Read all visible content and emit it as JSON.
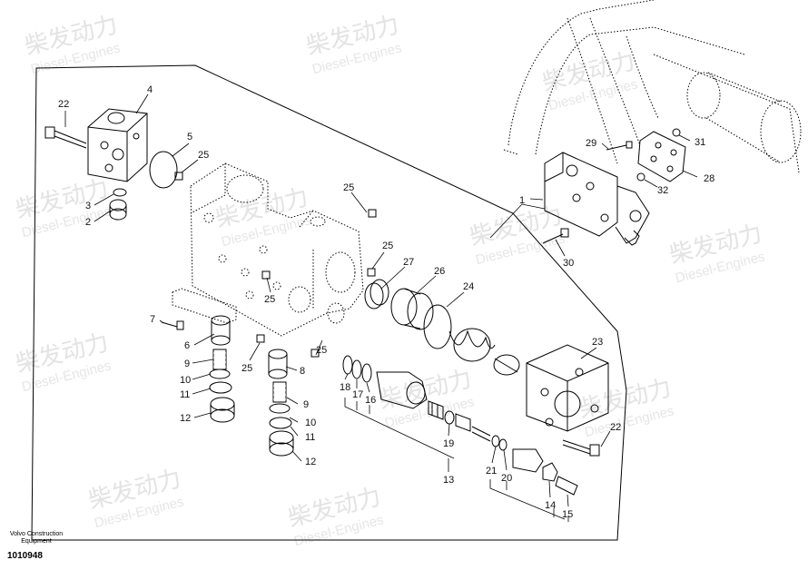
{
  "watermark": {
    "cn": "柴发动力",
    "en": "Diesel-Engines"
  },
  "caption": {
    "maker_line1": "Volvo Construction",
    "maker_line2": "Equipment",
    "drawing_no": "1010948"
  },
  "labels": [
    {
      "id": "l22a",
      "text": "22"
    },
    {
      "id": "l4",
      "text": "4"
    },
    {
      "id": "l5",
      "text": "5"
    },
    {
      "id": "l25a",
      "text": "25"
    },
    {
      "id": "l3",
      "text": "3"
    },
    {
      "id": "l2",
      "text": "2"
    },
    {
      "id": "l25b",
      "text": "25"
    },
    {
      "id": "l25c",
      "text": "25"
    },
    {
      "id": "l27",
      "text": "27"
    },
    {
      "id": "l26",
      "text": "26"
    },
    {
      "id": "l24",
      "text": "24"
    },
    {
      "id": "l25d",
      "text": "25"
    },
    {
      "id": "l7",
      "text": "7"
    },
    {
      "id": "l6",
      "text": "6"
    },
    {
      "id": "l9a",
      "text": "9"
    },
    {
      "id": "l10a",
      "text": "10"
    },
    {
      "id": "l11a",
      "text": "11"
    },
    {
      "id": "l12a",
      "text": "12"
    },
    {
      "id": "l25e",
      "text": "25"
    },
    {
      "id": "l25f",
      "text": "25"
    },
    {
      "id": "l8",
      "text": "8"
    },
    {
      "id": "l9b",
      "text": "9"
    },
    {
      "id": "l10b",
      "text": "10"
    },
    {
      "id": "l11b",
      "text": "11"
    },
    {
      "id": "l12b",
      "text": "12"
    },
    {
      "id": "l18",
      "text": "18"
    },
    {
      "id": "l17",
      "text": "17"
    },
    {
      "id": "l16",
      "text": "16"
    },
    {
      "id": "l19",
      "text": "19"
    },
    {
      "id": "l13",
      "text": "13"
    },
    {
      "id": "l21",
      "text": "21"
    },
    {
      "id": "l20",
      "text": "20"
    },
    {
      "id": "l14",
      "text": "14"
    },
    {
      "id": "l15",
      "text": "15"
    },
    {
      "id": "l23",
      "text": "23"
    },
    {
      "id": "l22b",
      "text": "22"
    },
    {
      "id": "l1",
      "text": "1"
    },
    {
      "id": "l29",
      "text": "29"
    },
    {
      "id": "l31",
      "text": "31"
    },
    {
      "id": "l28",
      "text": "28"
    },
    {
      "id": "l32",
      "text": "32"
    },
    {
      "id": "l30",
      "text": "30"
    }
  ]
}
